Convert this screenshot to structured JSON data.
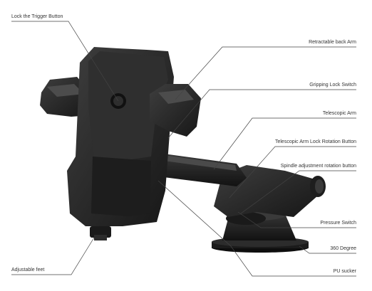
{
  "labels": {
    "lock_trigger": "Lock the Trigger Button",
    "retractable_arm": "Retractable back Arm",
    "gripping_lock": "Gripping Lock Switch",
    "telescopic_arm": "Telescopic Arm",
    "telescopic_lock": "Telescopic Arm Lock Rotation Button",
    "spindle": "Spindle adjustment rotation button",
    "pressure_switch": "Pressure Switch",
    "degree_360": "360 Degree",
    "pu_sucker": "PU sucker",
    "adjustable_feet": "Adjustable feet"
  },
  "colors": {
    "body": "#2a2a2a",
    "body_dark": "#151515",
    "body_light": "#4a4a4a",
    "leader": "#444444",
    "text": "#333333"
  }
}
